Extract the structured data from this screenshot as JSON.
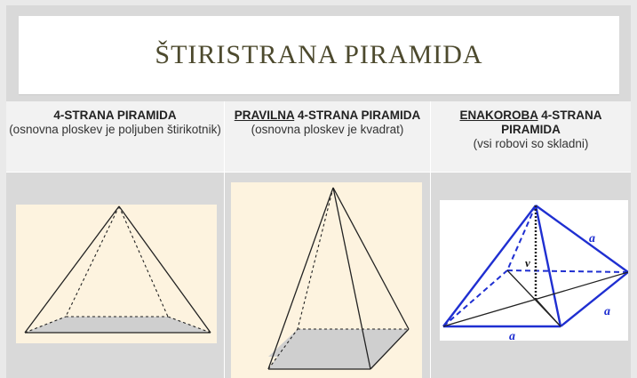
{
  "title": "ŠTIRISTRANA PIRAMIDA",
  "columns": [
    {
      "head_prefix": "",
      "head_bold": "4-STRANA PIRAMIDA",
      "sub": "(osnovna ploskev je poljuben štirikotnik)"
    },
    {
      "head_underlined": "PRAVILNA",
      "head_bold": " 4-STRANA PIRAMIDA",
      "sub": "(osnovna ploskev je kvadrat)"
    },
    {
      "head_underlined": "ENAKOROBA",
      "head_bold": " 4-STRANA PIRAMIDA",
      "sub": "(vsi robovi so skladni)"
    }
  ],
  "figure3_labels": {
    "edge_top": "a",
    "edge_right": "a",
    "edge_bottom": "a",
    "height": "v"
  }
}
